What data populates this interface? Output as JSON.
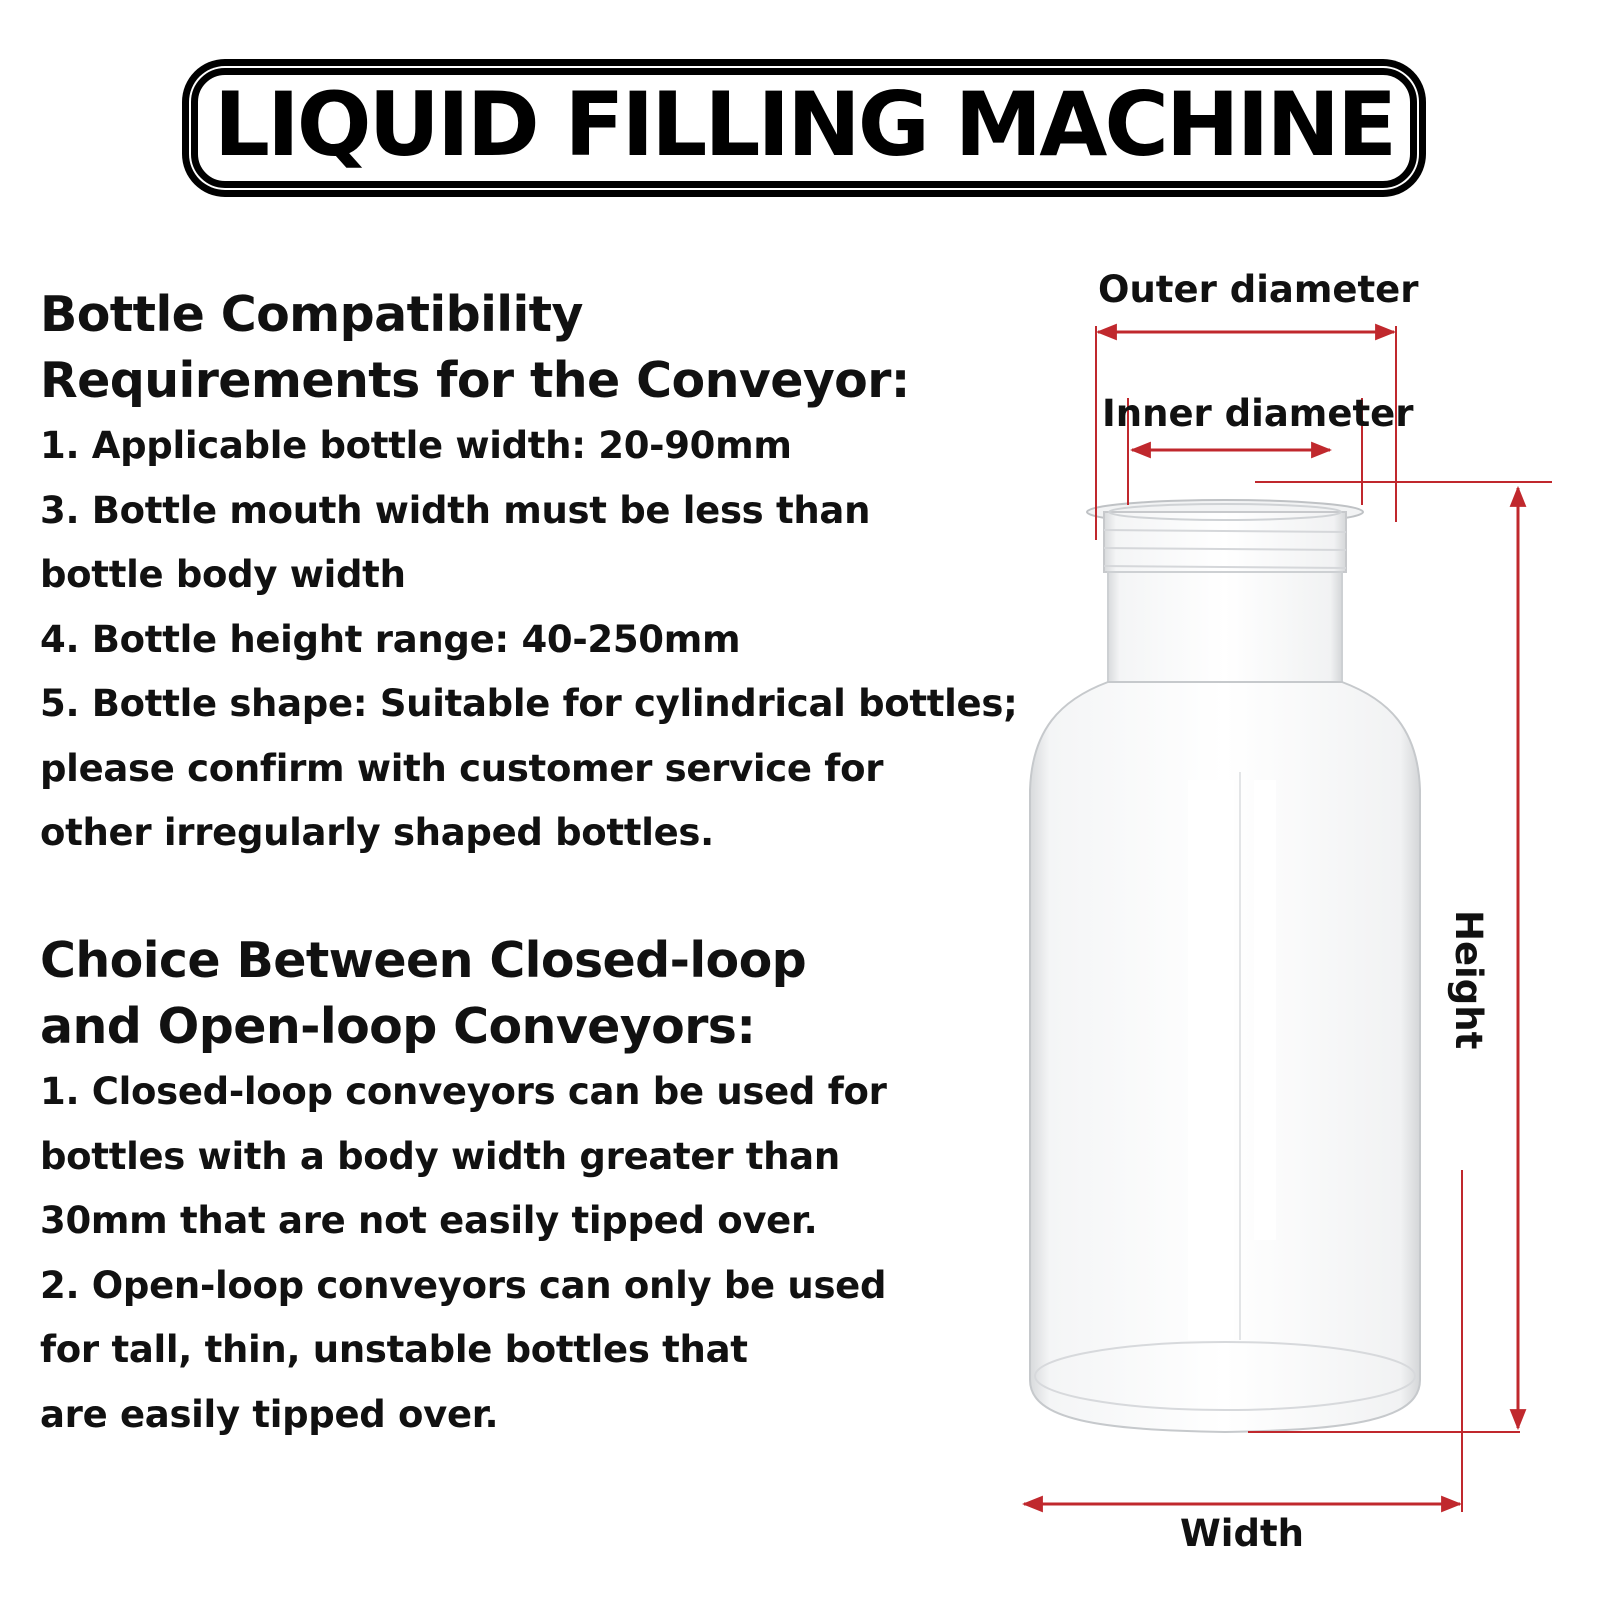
{
  "title": "LIQUID FILLING MACHINE",
  "section1": {
    "heading": "Bottle Compatibility\nRequirements for the Conveyor:",
    "items": [
      "1. Applicable bottle width: 20-90mm",
      "3. Bottle mouth width must be less than\nbottle body width",
      "4. Bottle height range: 40-250mm",
      "5. Bottle shape: Suitable for cylindrical bottles;\nplease confirm with customer service for\nother irregularly shaped bottles."
    ]
  },
  "section2": {
    "heading": "Choice Between Closed-loop\nand Open-loop Conveyors:",
    "items": [
      "1. Closed-loop conveyors can be used for\nbottles with a body width greater than\n30mm that are not easily tipped over.",
      "2. Open-loop conveyors can only be used\nfor tall, thin, unstable bottles that\nare easily tipped over."
    ]
  },
  "diagram": {
    "outer_label": "Outer diameter",
    "inner_label": "Inner diameter",
    "height_label": "Height",
    "width_label": "Width",
    "dimension_color": "#c0282d",
    "image_description": "clear glass bottle"
  }
}
